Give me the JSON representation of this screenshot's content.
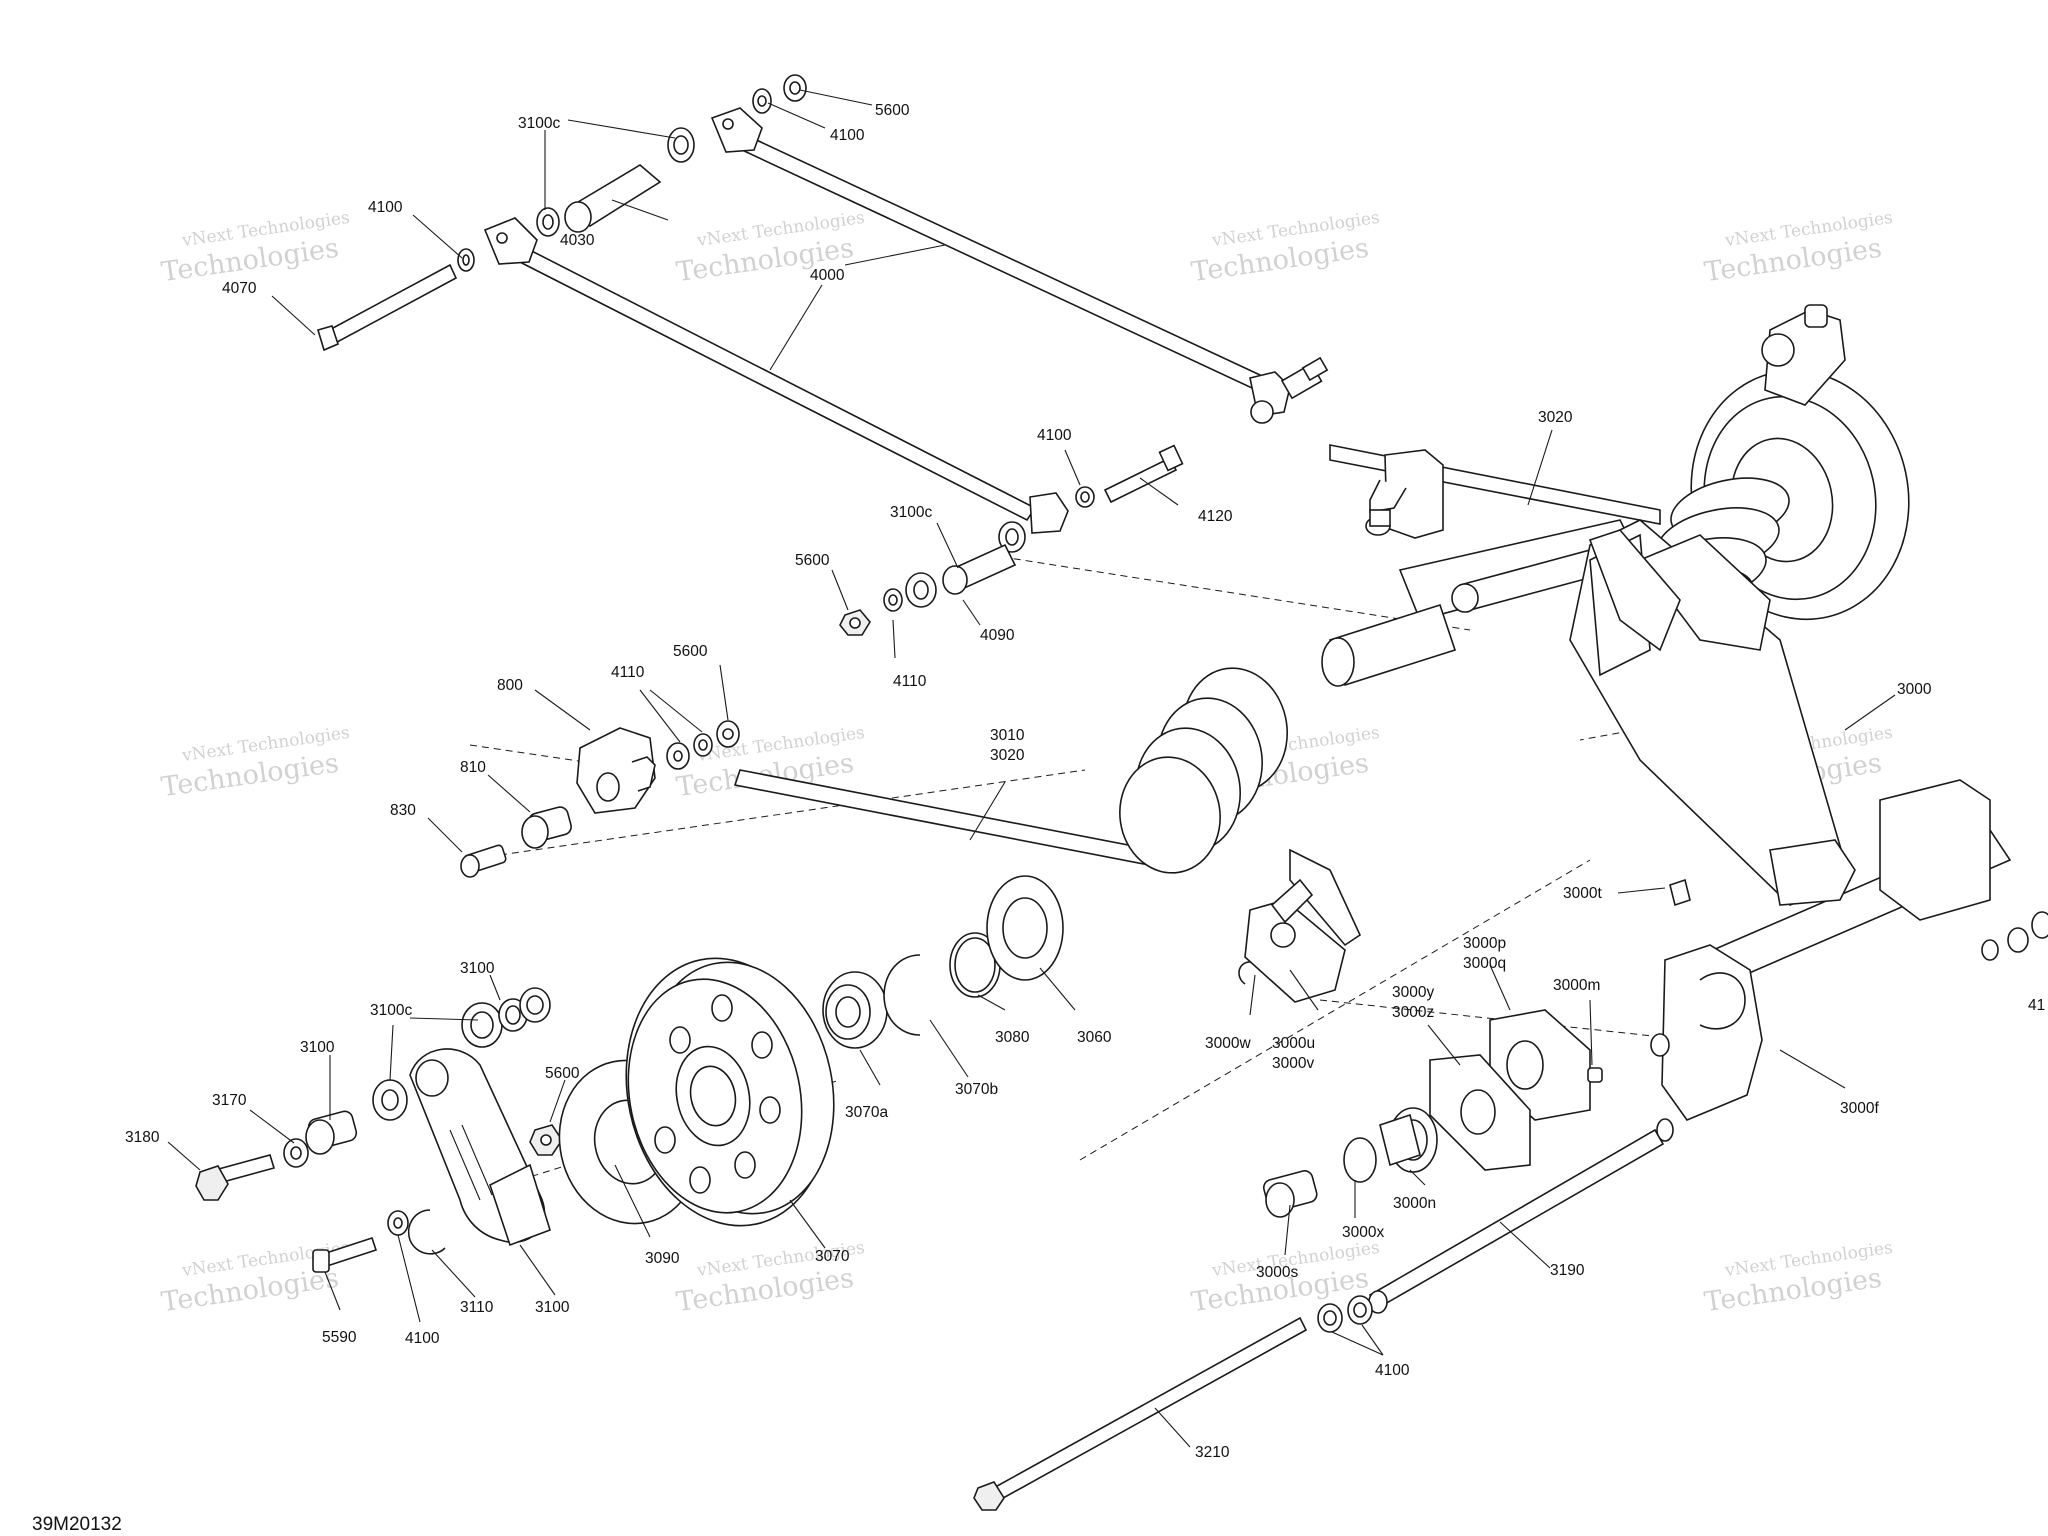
{
  "figure_id": "39M20132",
  "watermark": {
    "line1": "vNext Technologies",
    "line2": "Technologies"
  },
  "callouts": [
    "5600",
    "4100",
    "3100c",
    "4100",
    "4030",
    "4070",
    "4000",
    "3020",
    "4100",
    "4120",
    "3100c",
    "5600",
    "4090",
    "4110",
    "800",
    "4110",
    "5600",
    "810",
    "3010",
    "3020",
    "830",
    "3000",
    "3000t",
    "3100",
    "3100c",
    "3100",
    "3170",
    "3180",
    "5600",
    "3060",
    "3080",
    "3070a",
    "3070b",
    "3000p",
    "3000q",
    "3000m",
    "3000y",
    "3000z",
    "3000w",
    "3000u",
    "3000v",
    "3000f",
    "3000n",
    "3000x",
    "3000s",
    "3090",
    "3070",
    "3190",
    "5590",
    "4100",
    "3110",
    "3100",
    "4100",
    "3210",
    "41"
  ]
}
